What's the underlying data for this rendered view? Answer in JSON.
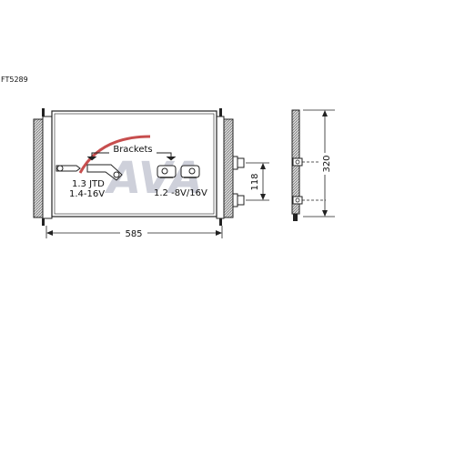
{
  "part_code": "FT5289",
  "labels": {
    "brackets": "Brackets",
    "variant_left_1": "1.3 JTD",
    "variant_left_2": "1.4-16V",
    "variant_right": "1.2 -8V/16V"
  },
  "dimensions": {
    "width": "585",
    "height": "320",
    "port_spacing": "118"
  },
  "watermark": {
    "text": "AVA",
    "color": "#c9ccd6",
    "accent_color": "#c23b3b"
  },
  "colors": {
    "line": "#222222",
    "fin_fill": "#9a9a9a"
  }
}
